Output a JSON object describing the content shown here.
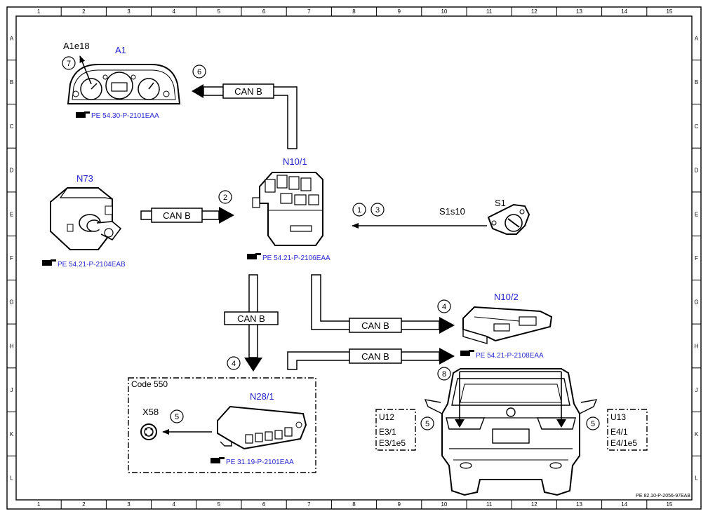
{
  "grid": {
    "columns": [
      "1",
      "2",
      "3",
      "4",
      "5",
      "6",
      "7",
      "8",
      "9",
      "10",
      "11",
      "12",
      "13",
      "14",
      "15"
    ],
    "rows": [
      "A",
      "B",
      "C",
      "D",
      "E",
      "F",
      "G",
      "H",
      "J",
      "K",
      "L"
    ]
  },
  "components": {
    "a1": {
      "label": "A1",
      "sub": "A1e18",
      "ref": "PE 54.30-P-2101EAA"
    },
    "n73": {
      "label": "N73",
      "ref": "PE 54.21-P-2104EAB"
    },
    "n10_1": {
      "label": "N10/1",
      "ref": "PE 54.21-P-2106EAA"
    },
    "s1": {
      "label": "S1",
      "sub": "S1s10"
    },
    "n10_2": {
      "label": "N10/2",
      "ref": "PE 54.21-P-2108EAA"
    },
    "n28_1": {
      "label": "N28/1",
      "ref": "PE 31.19-P-2101EAA"
    },
    "x58": {
      "label": "X58"
    }
  },
  "bus_label": "CAN B",
  "steps": {
    "s1": "1",
    "s2": "2",
    "s3": "3",
    "s4a": "4",
    "s4b": "4",
    "s5a": "5",
    "s5b": "5",
    "s5c": "5",
    "s6": "6",
    "s7": "7",
    "s8": "8"
  },
  "code_box": {
    "title": "Code 550"
  },
  "lamp_left": {
    "l1": "U12",
    "l2": "E3/1",
    "l3": "E3/1e5"
  },
  "lamp_right": {
    "l1": "U13",
    "l2": "E4/1",
    "l3": "E4/1e5"
  },
  "footer_code": "PE 82.10-P-2056-97EAB",
  "colors": {
    "link": "#1f1fcc",
    "line": "#000000"
  }
}
